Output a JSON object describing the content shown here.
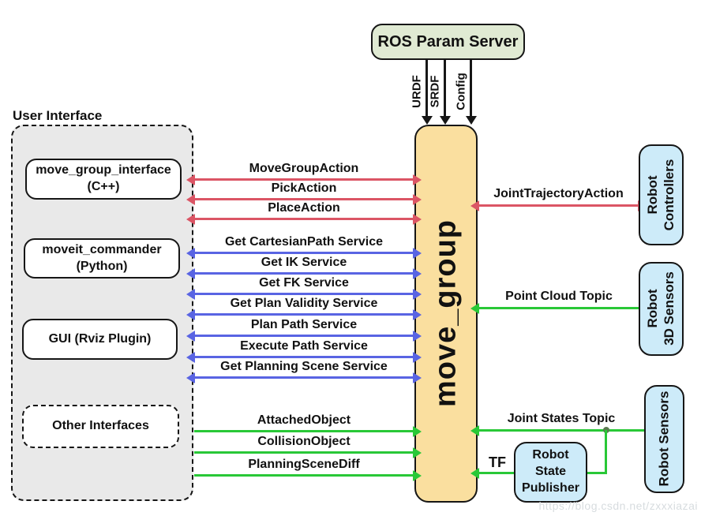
{
  "colors": {
    "red": "#DB5565",
    "blue": "#5964E3",
    "green": "#29C837",
    "ink": "#161616",
    "param-fill": "#E0EAD3",
    "mg-fill": "#FADF9F",
    "rbox-fill": "#CDEBF9",
    "ui-fill": "#E9E9E9",
    "junction": "#5A7A4F",
    "watermark": "#D7DCDF"
  },
  "param_server": {
    "label": "ROS Param Server",
    "params": [
      "URDF",
      "SRDF",
      "Config"
    ]
  },
  "center": {
    "label": "move_group"
  },
  "user_interface": {
    "title": "User Interface",
    "boxes": [
      {
        "line1": "move_group_interface",
        "line2": "(C++)"
      },
      {
        "line1": "moveit_commander",
        "line2": "(Python)"
      },
      {
        "line1": "GUI (Rviz Plugin)"
      },
      {
        "line1": "Other Interfaces"
      }
    ]
  },
  "left_connectors": {
    "actions": [
      "MoveGroupAction",
      "PickAction",
      "PlaceAction"
    ],
    "services": [
      "Get CartesianPath Service",
      "Get IK Service",
      "Get FK Service",
      "Get Plan Validity Service",
      "Plan Path Service",
      "Execute Path Service",
      "Get Planning Scene Service"
    ],
    "topics": [
      "AttachedObject",
      "CollisionObject",
      "PlanningSceneDiff"
    ]
  },
  "right_connectors": {
    "joint_trajectory": "JointTrajectoryAction",
    "point_cloud": "Point Cloud Topic",
    "joint_states": "Joint States Topic",
    "tf": "TF"
  },
  "right_boxes": {
    "controllers": {
      "line1": "Robot",
      "line2": "Controllers"
    },
    "sensors_3d": {
      "line1": "Robot",
      "line2": "3D Sensors"
    },
    "sensors": {
      "line1": "Robot Sensors"
    },
    "state_publisher": {
      "line1": "Robot",
      "line2": "State",
      "line3": "Publisher"
    }
  },
  "watermark": "https://blog.csdn.net/zxxxiazai"
}
